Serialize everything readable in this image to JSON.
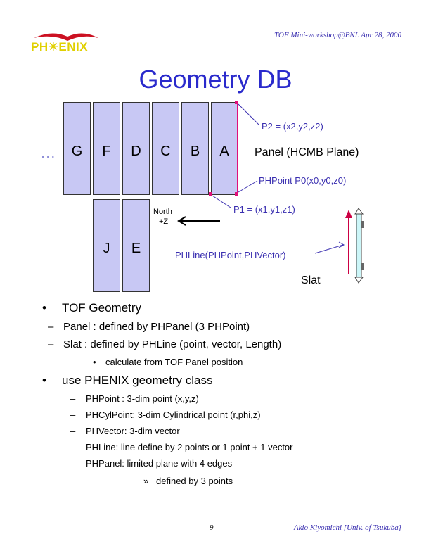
{
  "header": {
    "event": "TOF Mini-workshop@BNL   Apr 28, 2000",
    "logo_text": "PH✳ENIX"
  },
  "title": "Geometry DB",
  "diagram": {
    "ellipsis": "...",
    "panels_top": [
      "G",
      "F",
      "D",
      "C",
      "B",
      "A"
    ],
    "panels_bottom": [
      "J",
      "E"
    ],
    "p2_label": "P2 = (x2,y2,z2)",
    "panel_label": "Panel (HCMB Plane)",
    "p0_label": "PHPoint P0(x0,y0,z0)",
    "p1_label": "P1 = (x1,y1,z1)",
    "north_label": "North",
    "z_label": "+Z",
    "phline_label": "PHLine(PHPoint,PHVector)",
    "slat_label": "Slat",
    "colors": {
      "panel_fill": "#c8c8f4",
      "marker": "#e0107a",
      "accent": "#3a2fb0",
      "slat_arrow": "#cc0044"
    }
  },
  "bullets": {
    "mark1": "•",
    "mark2": "–",
    "mark3": "•",
    "mark4": "»",
    "tof_geometry": "TOF Geometry",
    "panel_item": "Panel : defined by PHPanel (3 PHPoint)",
    "slat_item": "Slat : defined by PHLine (point, vector, Length)",
    "calc_item": "calculate from TOF Panel position",
    "use_phenix": "use PHENIX geometry class",
    "items": [
      "PHPoint : 3-dim point (x,y,z)",
      "PHCylPoint: 3-dim Cylindrical point (r,phi,z)",
      "PHVector: 3-dim vector",
      "PHLine: line define by 2 points or 1 point + 1 vector",
      "PHPanel: limited plane with 4 edges"
    ],
    "defined_by": "defined by 3 points"
  },
  "footer": {
    "page": "9",
    "author": "Akio Kiyomichi [Univ. of Tsukuba]"
  }
}
